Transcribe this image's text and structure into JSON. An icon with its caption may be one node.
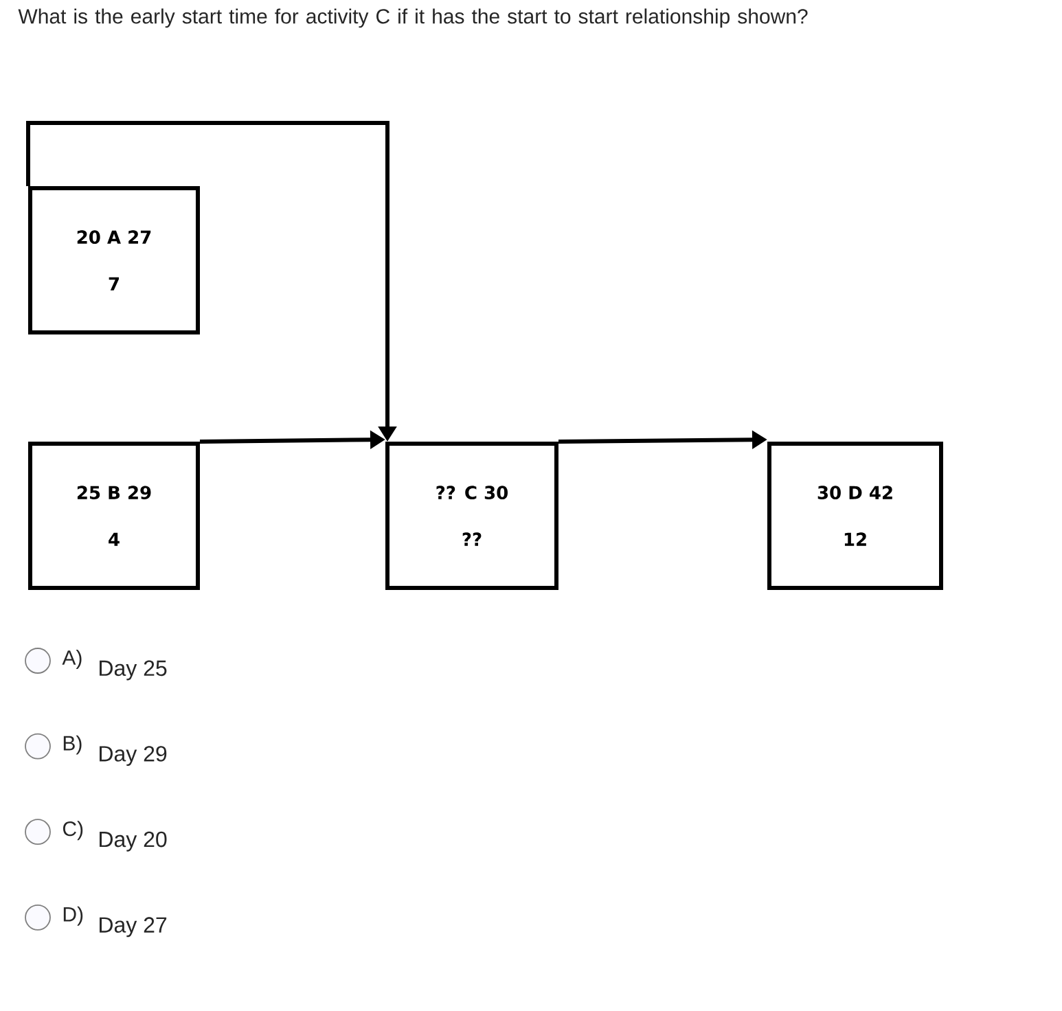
{
  "diagram": {
    "title": "What is the early start time for activity C if it has the start to start relationship shown?",
    "nodes": [
      {
        "text": [
          "20 A 27",
          "7"
        ]
      },
      {
        "text": [
          "25 B 29",
          "4"
        ]
      },
      {
        "text": [
          "?? C 30",
          "??"
        ]
      },
      {
        "text": [
          "30 D 42",
          "12"
        ]
      }
    ],
    "edges": [
      {
        "from": 0,
        "to": 2,
        "arrow": "to"
      },
      {
        "from": 1,
        "to": 2,
        "arrow": "to"
      },
      {
        "from": 2,
        "to": 3,
        "arrow": "to"
      }
    ],
    "labels": [
      "A)",
      "Day 25",
      "B)",
      "Day 29",
      "C)",
      "Day 20",
      "D)",
      "Day 27"
    ]
  }
}
